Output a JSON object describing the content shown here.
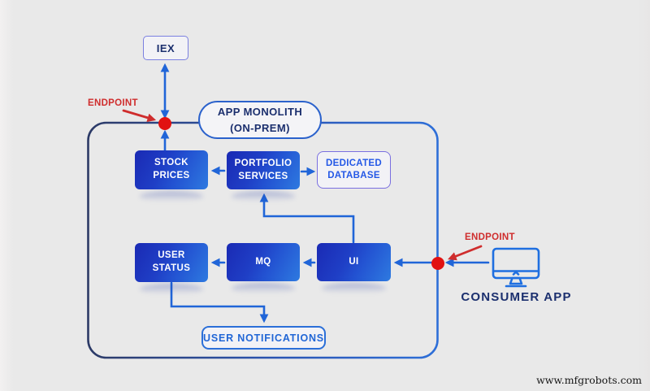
{
  "nodes": {
    "iex": {
      "label": "IEX"
    },
    "app_monolith": {
      "line1": "APP MONOLITH",
      "line2": "(ON-PREM)"
    },
    "stock_prices": {
      "line1": "STOCK",
      "line2": "PRICES"
    },
    "portfolio_services": {
      "line1": "PORTFOLIO",
      "line2": "SERVICES"
    },
    "dedicated_database": {
      "line1": "DEDICATED",
      "line2": "DATABASE"
    },
    "user_status": {
      "line1": "USER",
      "line2": "STATUS"
    },
    "mq": {
      "label": "MQ"
    },
    "ui": {
      "label": "UI"
    },
    "user_notifications": {
      "label": "USER NOTIFICATIONS"
    },
    "consumer_app": {
      "label": "CONSUMER APP"
    }
  },
  "annotations": {
    "endpoint_left": {
      "label": "ENDPOINT"
    },
    "endpoint_right": {
      "label": "ENDPOINT"
    }
  },
  "edges": [
    {
      "from": "iex",
      "to": "endpoint_left",
      "type": "bidirectional"
    },
    {
      "from": "stock_prices",
      "to": "endpoint_left",
      "type": "arrow"
    },
    {
      "from": "portfolio_services",
      "to": "stock_prices",
      "type": "arrow"
    },
    {
      "from": "portfolio_services",
      "to": "dedicated_database",
      "type": "arrow"
    },
    {
      "from": "ui",
      "to": "portfolio_services",
      "type": "arrow"
    },
    {
      "from": "ui",
      "to": "mq",
      "type": "arrow"
    },
    {
      "from": "mq",
      "to": "user_status",
      "type": "arrow"
    },
    {
      "from": "user_status",
      "to": "user_notifications",
      "type": "arrow"
    },
    {
      "from": "endpoint_right",
      "to": "ui",
      "type": "arrow"
    },
    {
      "from": "consumer_app",
      "to": "endpoint_right",
      "type": "arrow"
    }
  ],
  "colors": {
    "background": "#e9e9e9",
    "box_gradient_start": "#1a2ab4",
    "box_gradient_end": "#2e7ae0",
    "arrow_blue": "#2065d8",
    "container_border_dark": "#2c3a66",
    "container_border_light": "#2e6fd8",
    "endpoint_red": "#cf2d2d",
    "endpoint_dot_red": "#e11212",
    "navy_text": "#1b2f6e",
    "blue_text": "#2458e6"
  },
  "watermark": "www.mfgrobots.com"
}
